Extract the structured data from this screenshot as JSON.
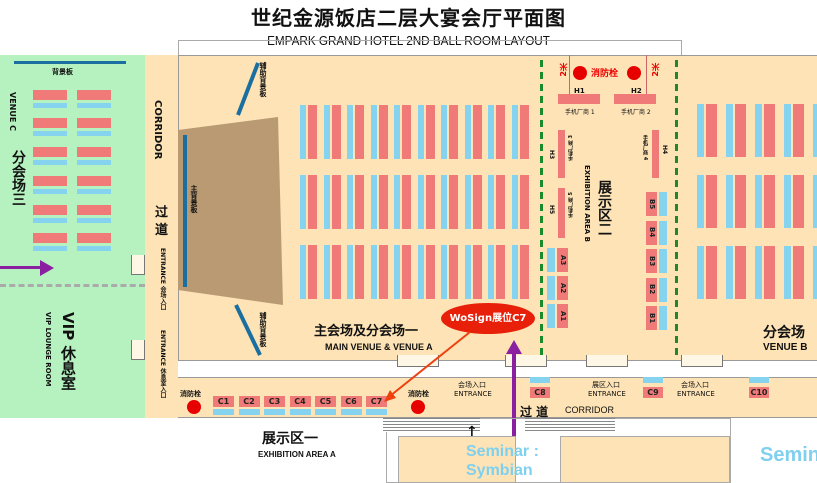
{
  "title": "世纪金源饭店二层大宴会厅平面图",
  "subtitle": "EMPARK GRAND HOTEL 2ND BALL ROOM LAYOUT",
  "venue_c": {
    "backdrop": "背景板",
    "en": "VENUE C",
    "cn": "分会场三"
  },
  "vip": {
    "cn": "VIP 休息室",
    "en": "VIP LOUNGE ROOM"
  },
  "corridor_left": {
    "en": "CORRIDOR",
    "cn": "过 道",
    "entrance1": "ENTRANCE",
    "entrance1_cn": "会场入口",
    "entrance2": "ENTRANCE",
    "entrance2_cn": "休息室入口"
  },
  "main": {
    "main_backdrop": "主背景板",
    "side_backdrop_top": "辅助背景板",
    "side_backdrop_bottom": "辅助背景板",
    "cn": "主会场及分会场一",
    "en": "MAIN VENUE & VENUE A"
  },
  "exhibition_b": {
    "cn": "展示区二",
    "en": "EXHIBITION AREA B",
    "hydrant": "消防栓",
    "dist_left": "2米",
    "dist_right": "2米",
    "h": [
      {
        "id": "H1",
        "label": "手机厂商 1"
      },
      {
        "id": "H2",
        "label": "手机厂商 2"
      },
      {
        "id": "H3",
        "label": "手机厂商 3"
      },
      {
        "id": "H4",
        "label": "手机厂商 4"
      },
      {
        "id": "H5",
        "label": "手机厂商 5"
      }
    ],
    "a": [
      "A3",
      "A2",
      "A1"
    ],
    "b": [
      "B5",
      "B4",
      "B3",
      "B2",
      "B1"
    ]
  },
  "venue_b": {
    "cn": "分会场",
    "en": "VENUE B"
  },
  "callout": "WoSign展位C7",
  "corridor": {
    "cn": "过 道",
    "en": "CORRIDOR",
    "entrance_venue_cn": "会场入口",
    "entrance_venue": "ENTRANCE",
    "entrance_exh_cn": "展区入口",
    "entrance_exh": "ENTRANCE",
    "entrance_venue2_cn": "会场入口",
    "entrance_venue2": "ENTRANCE",
    "hydrant_left": "消防栓",
    "hydrant_right": "消防栓"
  },
  "booths_c": [
    "C1",
    "C2",
    "C3",
    "C4",
    "C5",
    "C6",
    "C7"
  ],
  "booths_c_extra": [
    "C8",
    "C9",
    "C10"
  ],
  "exhibition_a": {
    "cn": "展示区一",
    "en": "EXHIBITION AREA A"
  },
  "seminar": {
    "left": "Seminar :",
    "left2": "Symbian",
    "right": "Semin"
  },
  "colors": {
    "table": "#f07a78",
    "seat": "#86d3f0",
    "hall": "#fde3b5",
    "green": "#b6f2c0",
    "purple": "#8a1fa0"
  }
}
